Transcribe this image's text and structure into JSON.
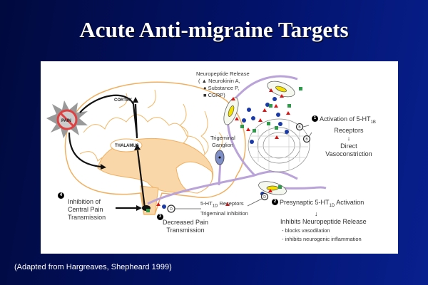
{
  "title": "Acute Anti-migraine Targets",
  "diagram": {
    "pain_label": "PAIN",
    "cortex_label": "CORTEX",
    "thalamus_label": "THALAMUS",
    "ganglion_label_1": "Trigeminal",
    "ganglion_label_2": "Ganglion",
    "neuropeptide": {
      "heading": "Neuropeptide Release",
      "items": [
        "( ▲ Neurokinin A,",
        "● Substance P,",
        "■ CGRP)"
      ]
    },
    "step1": {
      "num": "1",
      "line1": "Activation of 5-HT",
      "sub": "1B",
      "line2": "Receptors",
      "arrow": "↓",
      "line3": "Direct",
      "line4": "Vasoconstriction"
    },
    "step2": {
      "num": "2",
      "pre": "Presynaptic 5-HT",
      "sub": "1D",
      "post": " Activation",
      "arrow": "↓",
      "line2": "Inhibits Neuropeptide Release",
      "bullets": [
        "- blocks vasodilation",
        "- inhibits neurogenic inflammation"
      ]
    },
    "step3": {
      "num": "3",
      "line1": "Decreased Pain",
      "line2": "Transmission"
    },
    "step4": {
      "num": "4",
      "line1": "Inhibition of",
      "line2": "Central Pain",
      "line3": "Transmission"
    },
    "receptor_label": {
      "pre": "5-HT",
      "sub": "1D",
      "post": " Receptors",
      "line2": "Trigeminal Inhibition"
    },
    "receptor_letters": {
      "d": "D",
      "b": "B"
    },
    "colors": {
      "brain": "#f7c98a",
      "nerve": "#c9b4e0",
      "red": "#e01010",
      "blue": "#1a3aa8",
      "green": "#2f9a4a",
      "yellow": "#f3e000"
    }
  },
  "caption": "(Adapted from Hargreaves, Shepheard 1999)"
}
